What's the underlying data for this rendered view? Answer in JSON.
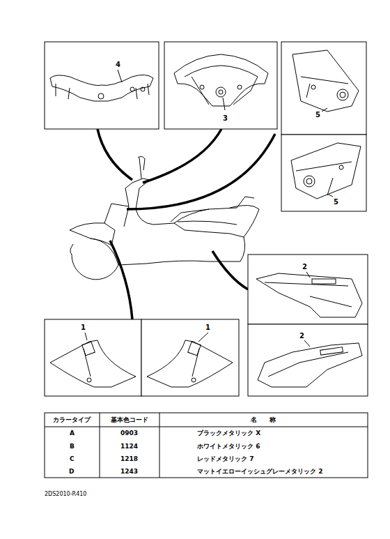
{
  "diagram": {
    "labels": [
      "4",
      "3",
      "5",
      "5",
      "2",
      "2",
      "1",
      "1",
      "カラータイプ",
      "基本色コード",
      "名　　称",
      "A",
      "0903",
      "ブラックメタリック X",
      "B",
      "1124",
      "ホワイトメタリック 6",
      "C",
      "1218",
      "レッドメタリック 7",
      "D",
      "1243",
      "マットイエローイッシュグレーメタリック 2",
      "2DS2010-R410"
    ]
  }
}
